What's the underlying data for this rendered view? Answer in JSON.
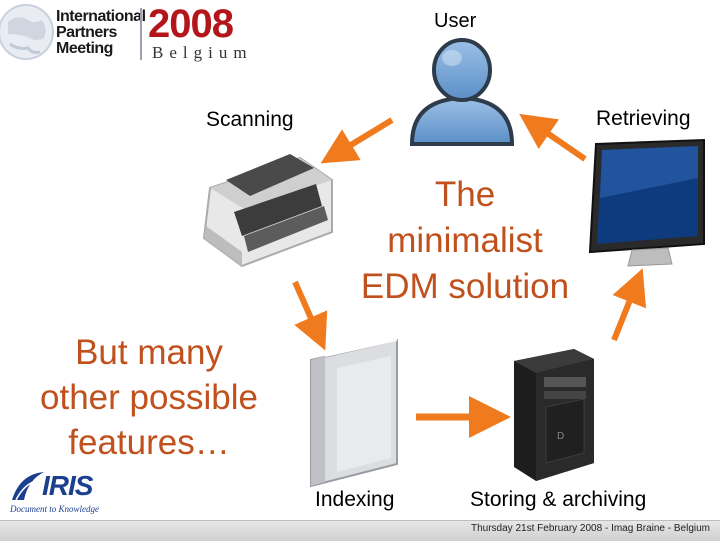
{
  "header": {
    "event_name_lines": [
      "International",
      "Partners",
      "Meeting"
    ],
    "year": "2008",
    "country": "Belgium"
  },
  "diagram": {
    "title_lines": [
      "The",
      "minimalist",
      "EDM solution"
    ],
    "nodes": {
      "user": "User",
      "scanning": "Scanning",
      "retrieving": "Retrieving",
      "indexing": "Indexing",
      "storing": "Storing & archiving"
    },
    "note_lines": [
      "But many",
      "other possible",
      "features…"
    ]
  },
  "brand": {
    "name": "IRIS",
    "tagline": "Document to Knowledge"
  },
  "footer": {
    "text": "Thursday 21st February 2008 - Imag Braine - Belgium"
  },
  "colors": {
    "accent": "#c0501c",
    "arrow": "#f07a1e",
    "year": "#b3151b",
    "iris_blue": "#1b3f8f"
  }
}
